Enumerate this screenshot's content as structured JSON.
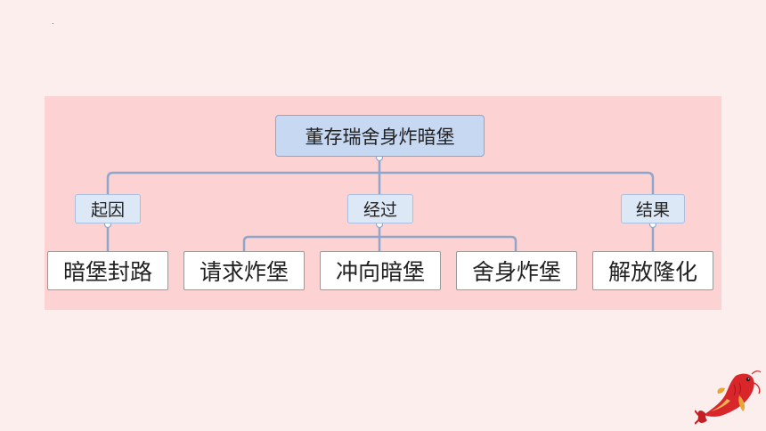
{
  "diagram": {
    "root": "董存瑞舍身炸暗堡",
    "branches": [
      "起因",
      "经过",
      "结果"
    ],
    "leaves": {
      "cause": "暗堡封路",
      "process": [
        "请求炸堡",
        "冲向暗堡",
        "舍身炸堡"
      ],
      "result": "解放隆化"
    }
  },
  "decor": {
    "dot": ".",
    "koi": "koi-fish-icon"
  },
  "colors": {
    "background": "#fdeeee",
    "panel": "#fcd2d2",
    "connector": "#8fa6cc",
    "root_fill": "#c7d8f3"
  }
}
